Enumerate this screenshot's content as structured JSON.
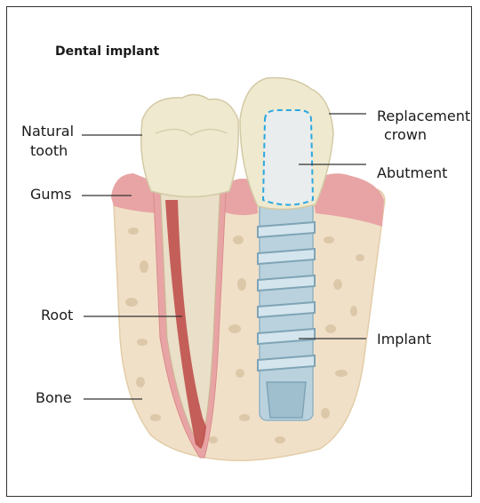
{
  "title": "Dental implant",
  "labels": {
    "natural_tooth_line1": "Natural",
    "natural_tooth_line2": "tooth",
    "gums": "Gums",
    "root": "Root",
    "bone": "Bone",
    "replacement_crown_line1": "Replacement",
    "replacement_crown_line2": "crown",
    "abutment": "Abutment",
    "implant": "Implant"
  },
  "colors": {
    "gum": "#e8a4a4",
    "gum_dark": "#d98c8c",
    "bone": "#f1e0c8",
    "bone_spots": "#dcc8a8",
    "tooth": "#efe9cf",
    "root": "#eadfc8",
    "pulp": "#c0504d",
    "abutment_outline": "#2aa8e0",
    "implant": "#b9d2de",
    "implant_dark": "#8fb3c4"
  }
}
